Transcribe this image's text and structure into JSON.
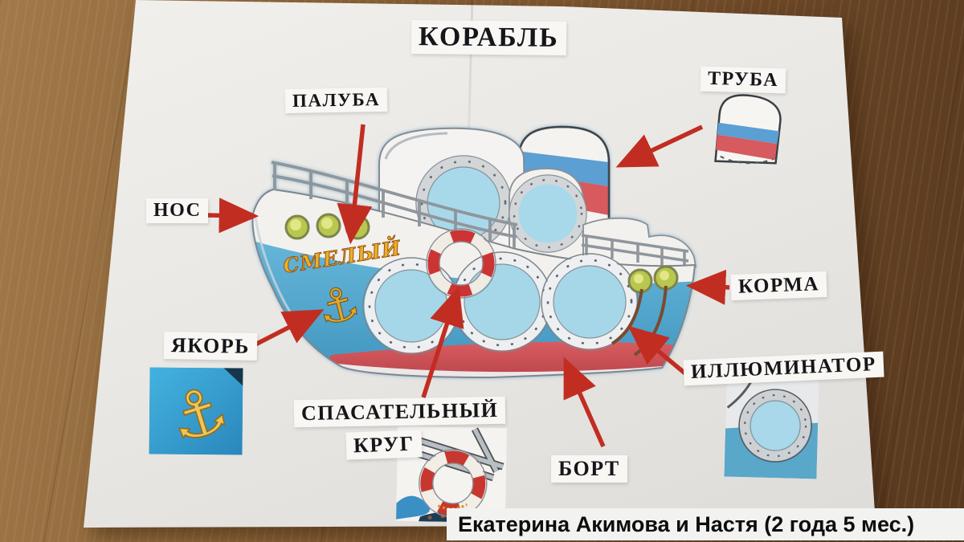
{
  "poster": {
    "title": "КОРАБЛЬ",
    "labels": {
      "funnel": "ТРУБА",
      "deck": "ПАЛУБА",
      "bow": "НОС",
      "stern": "КОРМА",
      "anchor": "ЯКОРЬ",
      "porthole": "ИЛЛЮМИНАТОР",
      "lifering_line1": "СПАСАТЕЛЬНЫЙ",
      "lifering_line2": "КРУГ",
      "board": "БОРТ"
    },
    "ship_name": "СМЕЛЫЙ",
    "caption": "Екатерина Акимова и Настя (2 года 5 мес.)",
    "icons": {
      "anchor": "⚓"
    },
    "colors": {
      "arrow_red": "#c22d22",
      "hull_blue": "#4ba4cc",
      "hull_red": "#cf5359",
      "funnel_blue": "#5b9fd3",
      "funnel_red": "#d65a5e",
      "gold": "#dfa92b",
      "porthole_glass": "#a8d8ea",
      "paper": "#eae8e4",
      "wood": "#8a6238"
    }
  }
}
